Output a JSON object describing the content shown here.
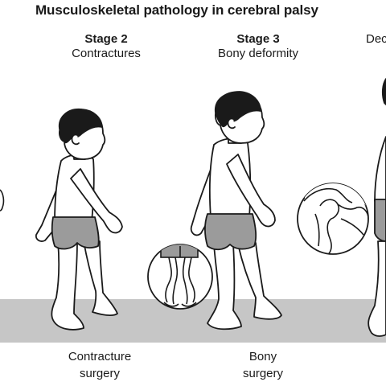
{
  "figure": {
    "title": "Musculoskeletal pathology in cerebral palsy",
    "stages": [
      {
        "name": "Stage 2",
        "description": "Contractures",
        "treatment_line1": "Contracture",
        "treatment_line2": "surgery"
      },
      {
        "name": "Stage 3",
        "description": "Bony deformity",
        "treatment_line1": "Bony",
        "treatment_line2": "surgery"
      },
      {
        "name": "",
        "description": "Dec",
        "treatment_line1": "",
        "treatment_line2": ""
      }
    ]
  },
  "colors": {
    "ground": "#c6c6c6",
    "shorts": "#9b9b9b",
    "ink": "#1a1a1a",
    "skin": "#ffffff"
  }
}
